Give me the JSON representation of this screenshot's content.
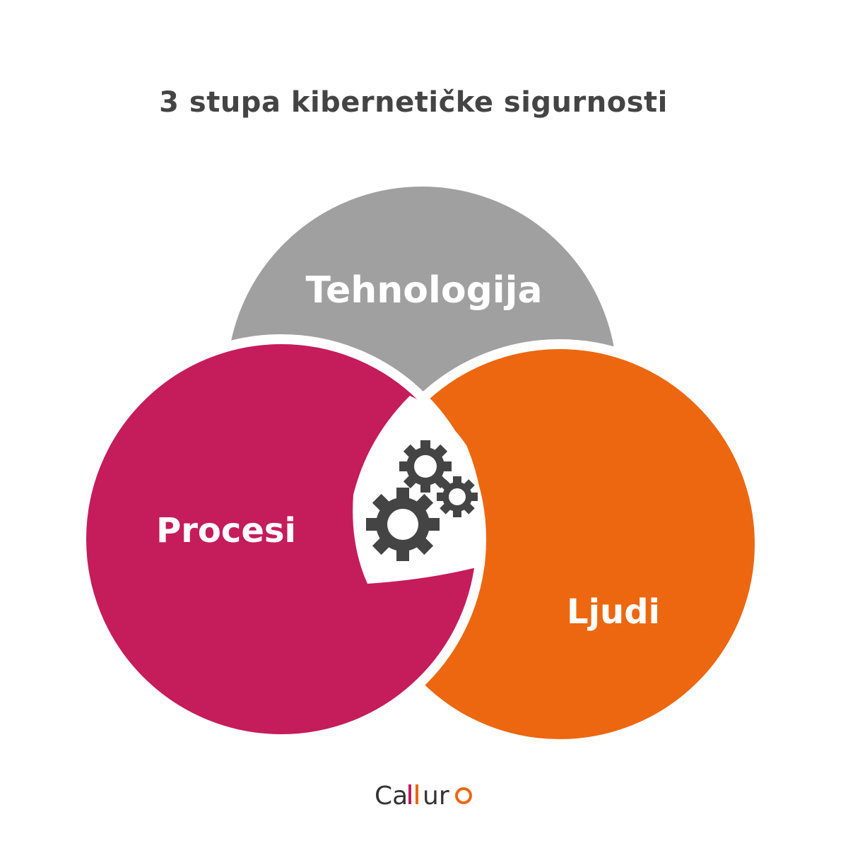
{
  "title": "3 stupa kibernetičke sigurnosti",
  "circles": [
    {
      "label": "Tehnologija",
      "color": "#a0a0a0"
    },
    {
      "label": "Procesi",
      "color": "#c51c5c"
    },
    {
      "label": "Ljudi",
      "color": "#ec6710"
    }
  ],
  "center_icon": "gears-icon",
  "logo": {
    "text": "Calluro",
    "accent_colors": [
      "#c51c5c",
      "#ec6710"
    ]
  }
}
